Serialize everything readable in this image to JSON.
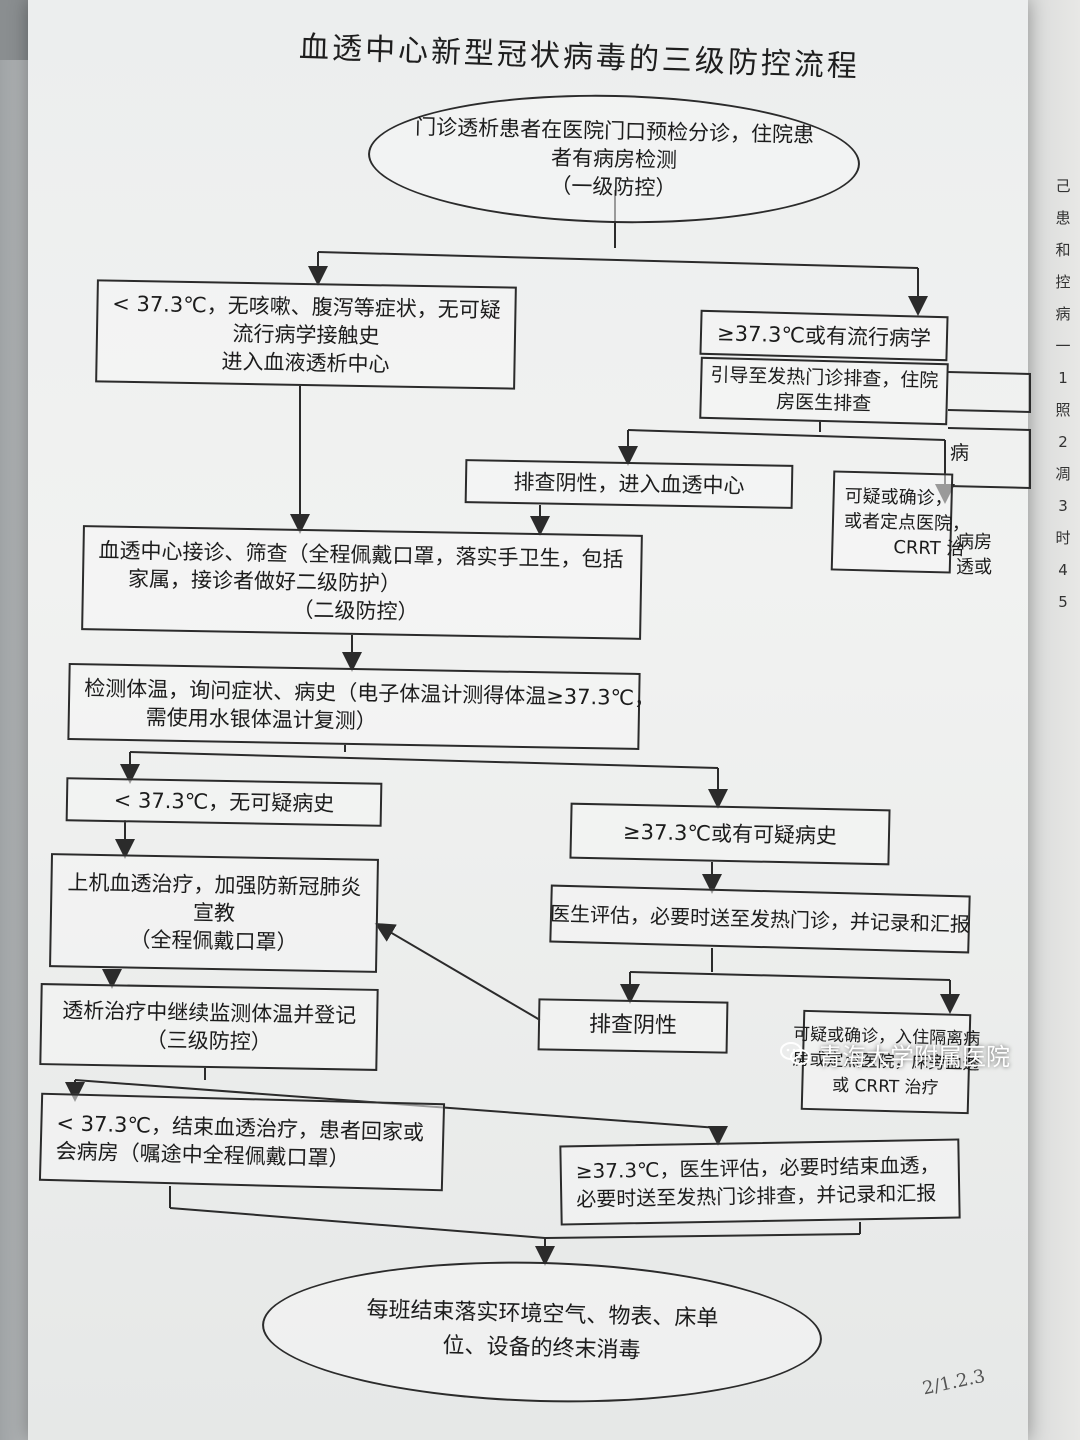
{
  "title": "血透中心新型冠状病毒的三级防控流程",
  "nodes": {
    "start": [
      "门诊透析患者在医院门口预检分诊，住院患",
      "者有病房检测",
      "（一级防控）"
    ],
    "normal1": [
      "< 37.3℃，无咳嗽、腹泻等症状，无可疑",
      "流行病学接触史",
      "进入血液透析中心"
    ],
    "fever1": [
      "≥37.3℃或有流行病学"
    ],
    "guide": [
      "引导至发热门诊排查，住院",
      "房医生排查"
    ],
    "guide_tail": "病",
    "negative1": [
      "排查阴性，进入血透中心"
    ],
    "suspect1": [
      "可疑或确诊，",
      "或者定点医院，",
      "CRRT 治"
    ],
    "suspect1_tail": [
      "病房",
      "透或"
    ],
    "reception": [
      "血透中心接诊、筛查（全程佩戴口罩，落实手卫生，包括",
      "家属，接诊者做好二级防护）",
      "（二级防控）"
    ],
    "measure": [
      "检测体温，询问症状、病史（电子体温计测得体温≥37.3℃，",
      "需使用水银体温计复测）"
    ],
    "normal2": [
      "< 37.3℃，无可疑病史"
    ],
    "fever2": [
      "≥37.3℃或有可疑病史"
    ],
    "dialysis": [
      "上机血透治疗，加强防新冠肺炎",
      "宣教",
      "（全程佩戴口罩）"
    ],
    "assess": [
      "医生评估，必要时送至发热门诊，并记录和汇报"
    ],
    "monitor": [
      "透析治疗中继续监测体温并登记",
      "（三级防控）"
    ],
    "negative2": [
      "排查阴性"
    ],
    "suspect2": [
      "可疑或确诊，入住隔离病",
      "房或定点医院，床旁血透",
      "或 CRRT 治疗"
    ],
    "end_normal": [
      "< 37.3℃，结束血透治疗，患者回家或",
      "会病房（嘱途中全程佩戴口罩）"
    ],
    "end_fever": [
      "≥37.3℃，医生评估，必要时结束血透，",
      "必要时送至发热门诊排查，并记录和汇报"
    ],
    "final": [
      "每班结束落实环境空气、物表、床单",
      "位、设备的终末消毒"
    ]
  },
  "side_text": [
    "己",
    "患",
    "和",
    "控",
    "病",
    "一",
    "1",
    "照",
    "2",
    "凋",
    "3",
    "时",
    "4",
    "5"
  ],
  "watermark": "青海大学附属医院",
  "signature": "2/1.2.3"
}
